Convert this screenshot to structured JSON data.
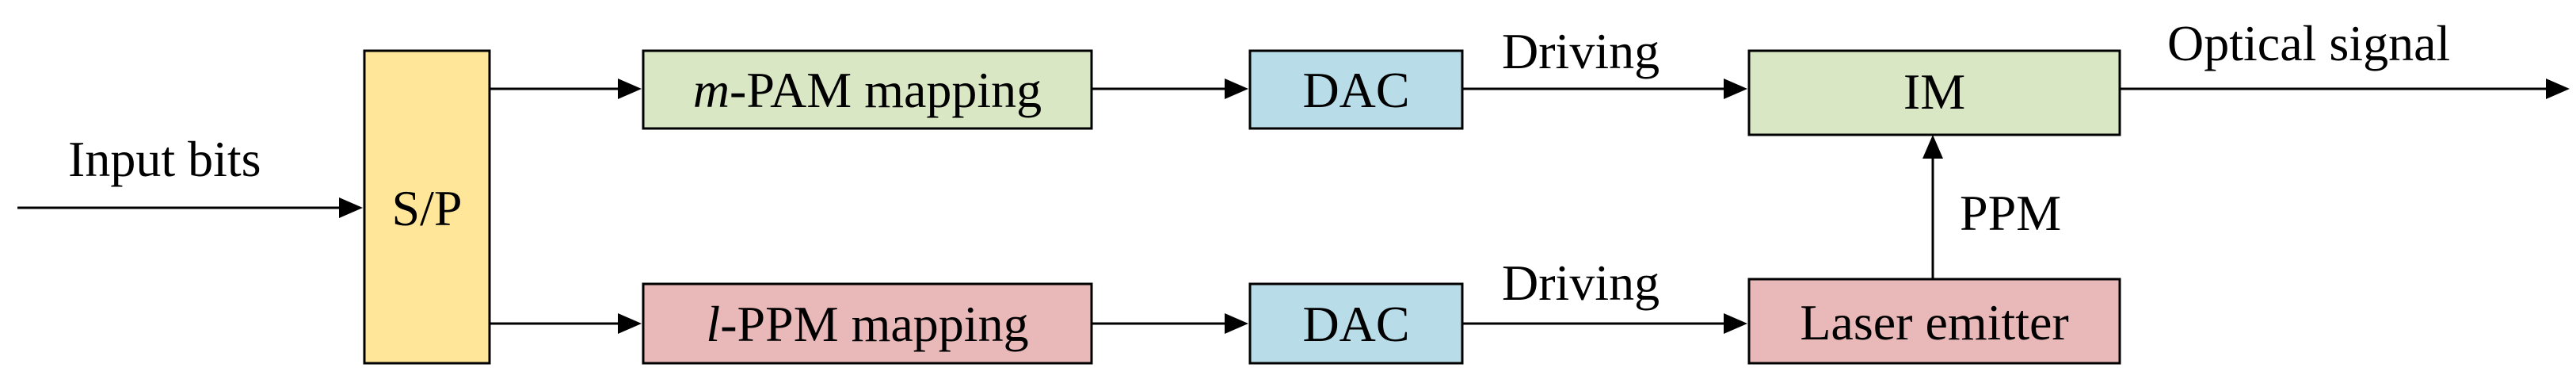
{
  "colors": {
    "sp": "#FFE699",
    "pam": "#D9E7C4",
    "ppm": "#E8B9B8",
    "dac": "#B8DDE9",
    "im": "#D9E7C4",
    "laser": "#E8B9B8",
    "line": "#000000"
  },
  "blocks": {
    "sp": {
      "label": "S/P"
    },
    "pam_mapping": {
      "label_italic": "m",
      "label_rest": "-PAM mapping"
    },
    "ppm_mapping": {
      "label_italic": "l",
      "label_rest": "-PPM mapping"
    },
    "dac_top": {
      "label": "DAC"
    },
    "dac_bottom": {
      "label": "DAC"
    },
    "im": {
      "label": "IM"
    },
    "laser": {
      "label": "Laser emitter"
    }
  },
  "edge_labels": {
    "input": "Input bits",
    "driving_top": "Driving",
    "driving_bottom": "Driving",
    "output": "Optical signal",
    "ppm": "PPM"
  }
}
